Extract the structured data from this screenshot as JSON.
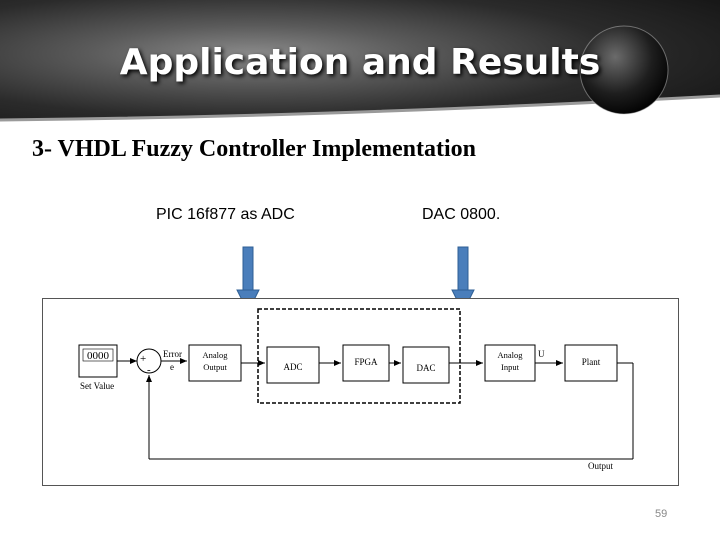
{
  "slide": {
    "title": "Application and Results",
    "subtitle": "3- VHDL Fuzzy Controller Implementation",
    "page_number": "59"
  },
  "callouts": {
    "left": "PIC 16f877 as ADC",
    "right": "DAC 0800."
  },
  "diagram": {
    "set_value_display": "0000",
    "set_value_label": "Set Value",
    "plus_sign": "+",
    "minus_sign": "-",
    "error_label": "Error",
    "error_symbol": "e",
    "analog_output": [
      "Analog",
      "Output"
    ],
    "adc": "ADC",
    "fpga": "FPGA",
    "dac": "DAC",
    "analog_input": [
      "Analog",
      "Input"
    ],
    "u_label": "U",
    "plant": "Plant",
    "output_label": "Output"
  },
  "colors": {
    "arrow_fill": "#4a7ebb",
    "arrow_stroke": "#2f5f94",
    "dashed_region": "#000000"
  }
}
